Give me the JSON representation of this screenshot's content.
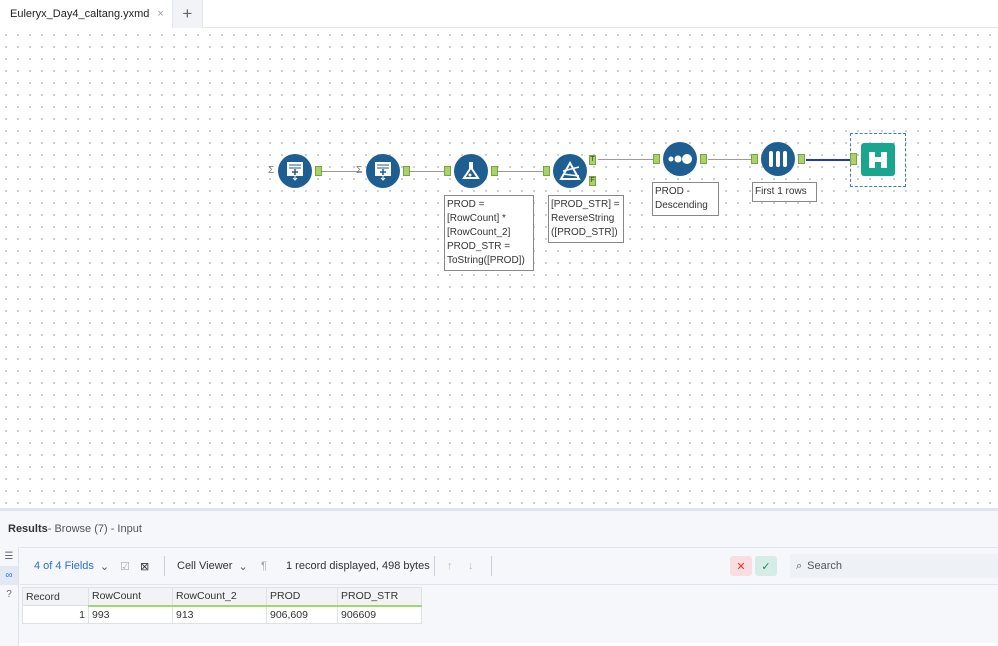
{
  "tabs": [
    {
      "label": "Euleryx_Day4_caltang.yxmd",
      "close": "×"
    }
  ],
  "add_tab": "+",
  "workflow": {
    "nodes": [
      {
        "icon": "input-data-icon"
      },
      {
        "icon": "input-data-icon"
      },
      {
        "icon": "formula-icon"
      },
      {
        "icon": "filter-icon"
      },
      {
        "icon": "sort-icon"
      },
      {
        "icon": "sample-icon"
      },
      {
        "icon": "browse-icon"
      }
    ],
    "annotations": {
      "formula": "PROD =\n[RowCount] *\n[RowCount_2]\nPROD_STR =\nToString([PROD])",
      "filter": "[PROD_STR] =\nReverseString\n([PROD_STR])",
      "sort": "PROD -\nDescending",
      "sample": "First 1 rows"
    },
    "filter_outputs": [
      "T",
      "F"
    ]
  },
  "results": {
    "title": "Results",
    "subtitle": " - Browse (7) - Input",
    "fields": "4 of 4 Fields",
    "viewer": "Cell Viewer",
    "status": "1 record displayed, 498 bytes",
    "search_placeholder": "Search",
    "columns": [
      "Record",
      "RowCount",
      "RowCount_2",
      "PROD",
      "PROD_STR"
    ],
    "rows": [
      [
        "1",
        "993",
        "913",
        "906,609",
        "906609"
      ]
    ]
  },
  "colors": {
    "node": "#1f5e91",
    "browse": "#1aa58f",
    "anchor": "#a9d26a"
  }
}
